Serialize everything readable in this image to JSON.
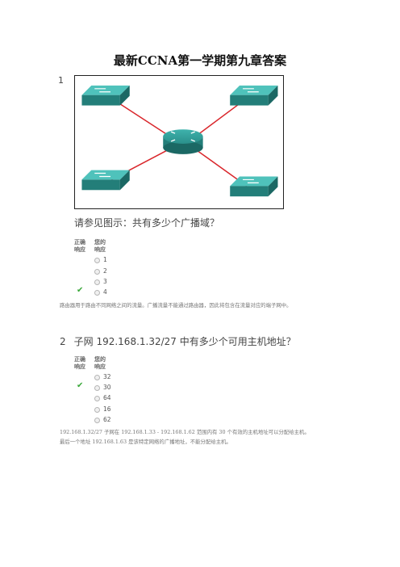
{
  "document": {
    "title": "最新CCNA第一学期第九章答案"
  },
  "q1": {
    "number": "1",
    "question": "请参见图示：共有多少个广播域？",
    "header_correct": "正确 响应",
    "header_yours": "您的 响应",
    "options": [
      "1",
      "2",
      "3",
      "4"
    ],
    "correct_index": 3,
    "explanation": "路由器用于路由不同网络之间的流量。广播流量不能通过路由器，因此将包含在流量对应的端子网中。"
  },
  "q2": {
    "number": "2",
    "question": "子网 192.168.1.32/27 中有多少个可用主机地址？",
    "header_correct": "正确 响应",
    "header_yours": "您的 响应",
    "options": [
      "32",
      "30",
      "64",
      "16",
      "62"
    ],
    "correct_index": 1,
    "explanation_line1": "192.168.1.32/27 子网在 192.168.1.33 - 192.168.1.62 范围内有 30 个有效的主机地址可以分配给主机。",
    "explanation_line2": "最后一个地址 192.168.1.63 是该特定网络的广播地址，不能分配给主机。"
  },
  "colors": {
    "device_teal": "#2a8f8a",
    "link_red": "#d9262b",
    "check_green": "#3aa83a"
  }
}
